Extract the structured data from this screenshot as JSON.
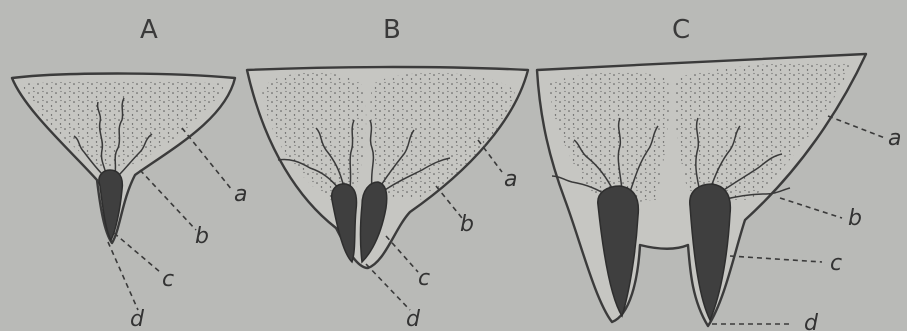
{
  "figures": [
    {
      "id": "A",
      "title": "A",
      "labels": [
        "a",
        "b",
        "c",
        "d"
      ]
    },
    {
      "id": "B",
      "title": "B",
      "labels": [
        "a",
        "b",
        "c",
        "d"
      ]
    },
    {
      "id": "C",
      "title": "C",
      "labels": [
        "a",
        "b",
        "c",
        "d"
      ]
    }
  ],
  "colors": {
    "background": "#b9bab7",
    "gland": "#c6c6c2",
    "outline": "#3b3b3b",
    "duct": "#3f3f3f"
  }
}
